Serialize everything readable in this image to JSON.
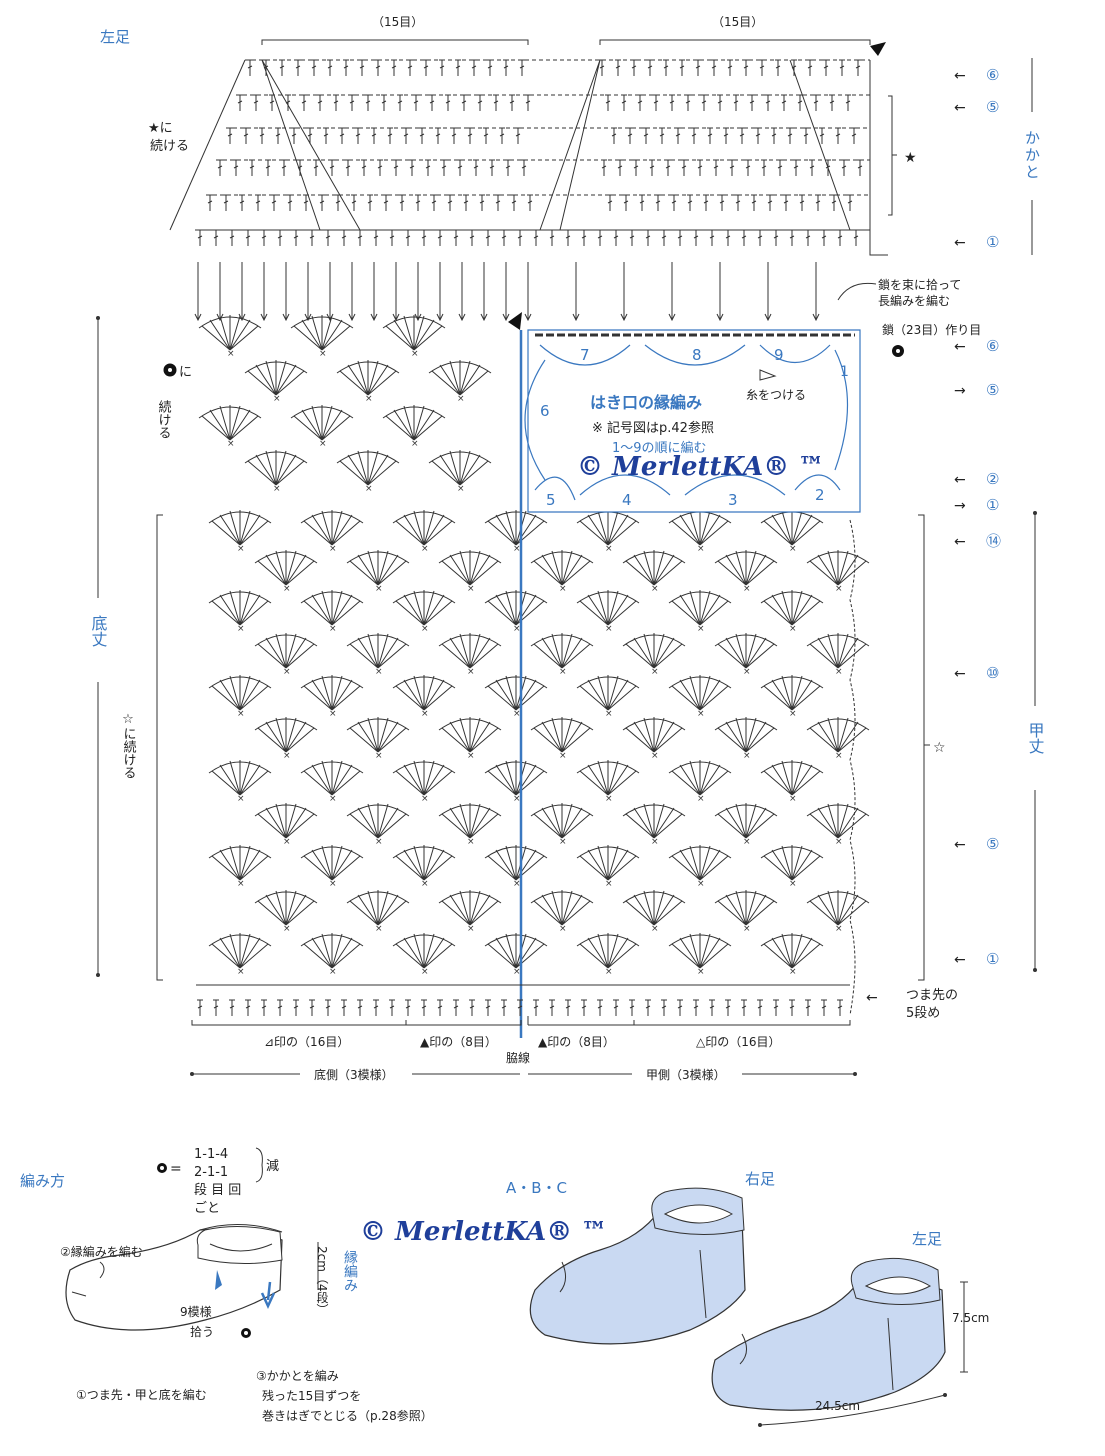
{
  "colors": {
    "accent": "#3a78c0",
    "ink": "#222222",
    "light_fill": "#c9d9f2",
    "watermark": "#1f3f9a"
  },
  "chart": {
    "title_left_foot": "左足",
    "top_count_left": "（15目）",
    "top_count_right": "（15目）",
    "star_continue_line1": "★に",
    "star_continue_line2": "続ける",
    "star_mark": "★",
    "circle_continue_line1": "に",
    "circle_continue_line2": "続ける",
    "white_star_continue": "☆に続ける",
    "white_star_mark": "☆",
    "heel_label": "かかと",
    "sole_length_label": "底丈",
    "instep_length_label": "甲丈",
    "pickup_note_line1": "鎖を束に拾って",
    "pickup_note_line2": "長編みを編む",
    "chain_start_note": "鎖（23目）作り目",
    "attach_yarn_note": "糸をつける",
    "cuff_edging_title": "はき口の縁編み",
    "cuff_note_line1": "※ 記号図はp.42参照",
    "cuff_note_line2": "1〜9の順に編む",
    "toe_note_line1": "つま先の",
    "toe_note_line2": "5段め",
    "side_line_label": "脇線",
    "bottom_marks": [
      "⊿印の（16目）",
      "▲印の（8目）",
      "▲印の（8目）",
      "△印の（16目）"
    ],
    "sole_side_label": "底側（3模様）",
    "instep_side_label": "甲側（3模様）",
    "heel_row_markers": [
      "⑥",
      "⑤",
      "①"
    ],
    "cuff_row_markers": [
      "⑥",
      "⑤",
      "②",
      "①"
    ],
    "instep_row_markers": [
      "⑭",
      "⑩",
      "⑤",
      "①"
    ],
    "cuff_segments": [
      "1",
      "2",
      "3",
      "4",
      "5",
      "6",
      "7",
      "8",
      "9"
    ]
  },
  "how_to": {
    "title": "編み方",
    "decrease_rows": [
      "1-1-4",
      "2-1-1"
    ],
    "decrease_headers": "段 目 回",
    "decrease_each": "ごと",
    "decrease_label": "減",
    "edging_step": "②縁編みを編む",
    "pickup_patterns_line1": "9模様",
    "pickup_patterns_line2": "拾う",
    "edging_height": "2cm（4段）",
    "edging_vertical_label": "縁編み",
    "toe_step": "①つま先・甲と底を編む",
    "heel_step_line1": "③かかとを編み",
    "heel_step_line2": "残った15目ずつを",
    "heel_step_line3": "巻きはぎでとじる（p.28参照）"
  },
  "finished": {
    "variants": "A・B・C",
    "right_foot": "右足",
    "left_foot": "左足",
    "height": "7.5cm",
    "length": "24.5cm"
  },
  "watermark_text": "© MerlettKA® ™"
}
